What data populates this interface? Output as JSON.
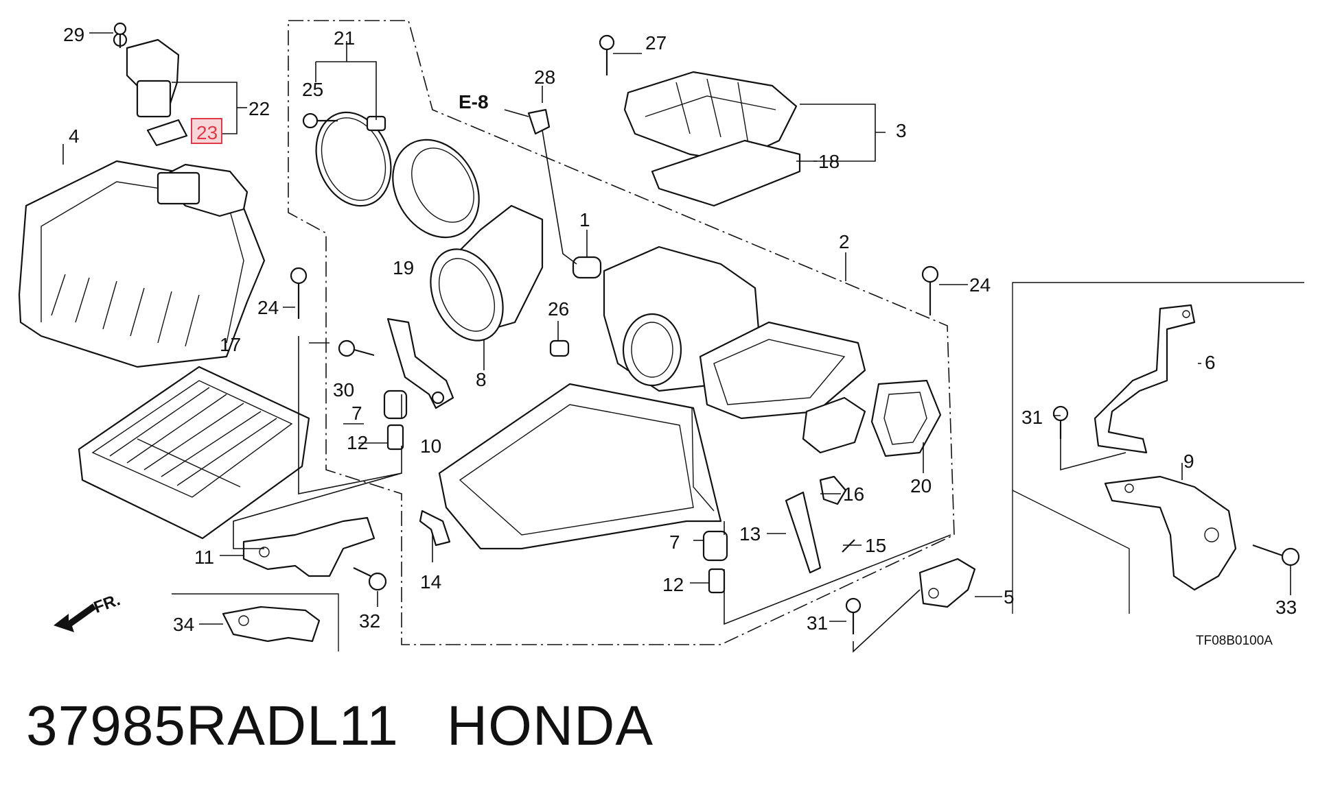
{
  "callouts": {
    "c1": "1",
    "c2": "2",
    "c3": "3",
    "c4": "4",
    "c5": "5",
    "c6": "6",
    "c7a": "7",
    "c7b": "7",
    "c8": "8",
    "c9": "9",
    "c10": "10",
    "c11": "11",
    "c12a": "12",
    "c12b": "12",
    "c13": "13",
    "c14": "14",
    "c15": "15",
    "c16": "16",
    "c17": "17",
    "c18": "18",
    "c19": "19",
    "c20": "20",
    "c21": "21",
    "c22": "22",
    "c23": "23",
    "c24a": "24",
    "c24b": "24",
    "c25": "25",
    "c26": "26",
    "c27": "27",
    "c28": "28",
    "c29": "29",
    "c30": "30",
    "c31a": "31",
    "c31b": "31",
    "c32": "32",
    "c33": "33",
    "c34": "34"
  },
  "reference": "E-8",
  "front_marker": "FR.",
  "diagram_code": "TF08B0100A",
  "highlighted_callout": "23",
  "caption": {
    "part_number": "37985RADL11",
    "brand": "HONDA"
  }
}
